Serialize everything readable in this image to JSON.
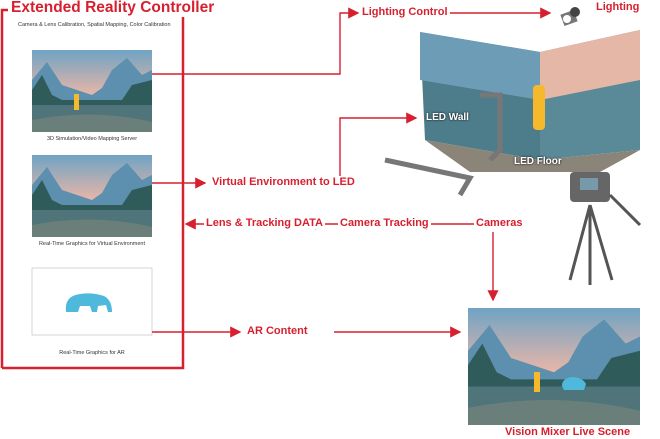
{
  "controller": {
    "title": "Extended Reality Controller",
    "subtitle": "Camera & Lens Calibration, Spatial Mapping, Color Calibration",
    "panels": [
      {
        "caption": "3D Simulation/Video Mapping Server"
      },
      {
        "caption": "Real-Time Graphics for Virtual Environment"
      },
      {
        "caption": "Real-Time Graphics for AR"
      }
    ]
  },
  "flows": {
    "lighting_control": "Lighting Control",
    "lighting": "Lighting",
    "virtual_env": "Virtual Environment to LED",
    "led_wall": "LED Wall",
    "led_floor": "LED Floor",
    "cameras": "Cameras",
    "camera_tracking": "Camera Tracking",
    "lens_tracking": "Lens & Tracking DATA",
    "ar_content": "AR Content",
    "output": "Vision Mixer Live Scene"
  },
  "colors": {
    "accent": "#d7202f"
  }
}
